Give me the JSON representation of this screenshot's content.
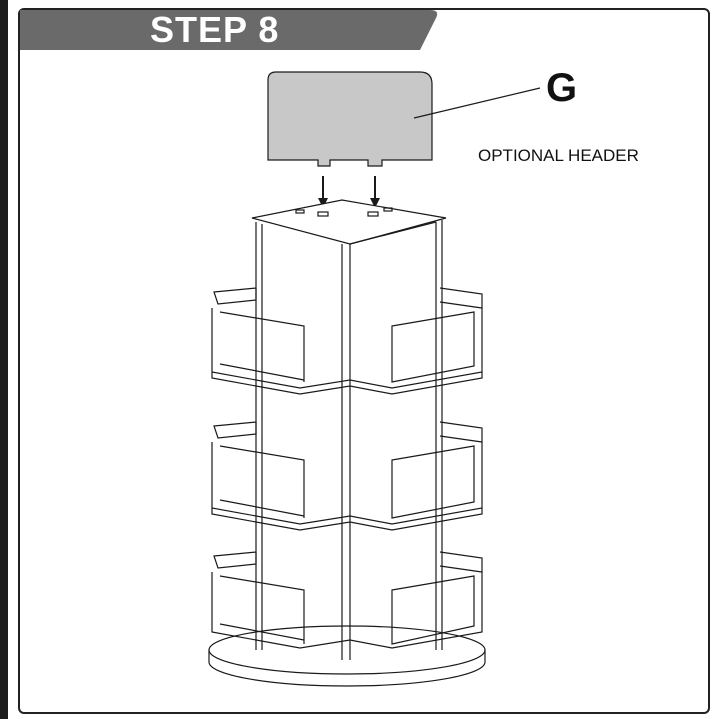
{
  "step": {
    "label": "STEP 8"
  },
  "part": {
    "letter": "G",
    "caption": "OPTIONAL HEADER"
  },
  "colors": {
    "banner": "#6a6a6a",
    "panel_fill": "#c8c8c8",
    "line": "#1a1a1a",
    "frame": "#222222"
  }
}
